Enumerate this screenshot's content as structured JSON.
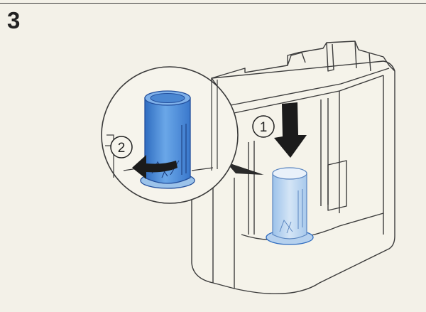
{
  "step": {
    "number": "3"
  },
  "callouts": [
    {
      "label": "1"
    },
    {
      "label": "2"
    }
  ],
  "colors": {
    "paper": "#f3f1e8",
    "line": "#3c3c3c",
    "cylinder_blue": "#5b9ae0",
    "cylinder_blue_dark": "#2f6cc0",
    "cylinder_light": "#bcd6f0",
    "arrow": "#1b1b1b"
  },
  "icons": [
    "down-arrow-icon",
    "rotate-left-arrow-icon",
    "pointer-wedge-icon"
  ]
}
